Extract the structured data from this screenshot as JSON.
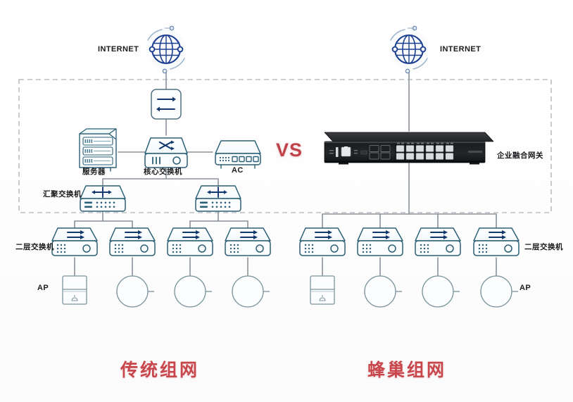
{
  "diagram": {
    "title_left": "传统组网",
    "title_right": "蜂巢组网",
    "vs_label": "VS",
    "internet_left": "INTERNET",
    "internet_right": "INTERNET"
  },
  "left_network": {
    "router_label": "",
    "server_label": "服务器",
    "core_switch_label": "核心交换机",
    "ac_label": "AC",
    "aggregation_switch_label": "汇聚交换机",
    "access_switch_label": "二层交换机",
    "ap_label": "AP"
  },
  "right_network": {
    "gateway_label": "企业融合网关",
    "access_switch_label": "二层交换机",
    "ap_label": "AP"
  },
  "colors": {
    "line": "#8a9299",
    "device_stroke": "#2b5f75",
    "device_fill": "#f7fbfc",
    "globe": "#1b3f8f",
    "accent_red": "#c8474c",
    "gateway_body": "#1b1c1e",
    "dashed_border": "#9aa0a6"
  },
  "icons": {
    "globe": "globe-icon",
    "router": "router-icon",
    "server": "server-icon",
    "core_switch": "core-switch-icon",
    "ac": "ac-controller-icon",
    "agg_switch": "aggregation-switch-icon",
    "l2_switch": "layer2-switch-icon",
    "ap_panel": "ap-panel-icon",
    "ap_dome": "ap-dome-icon",
    "gateway": "enterprise-gateway-icon"
  },
  "left_l2_switch_count": 4,
  "right_l2_switch_count": 4,
  "left_agg_switch_count": 2
}
